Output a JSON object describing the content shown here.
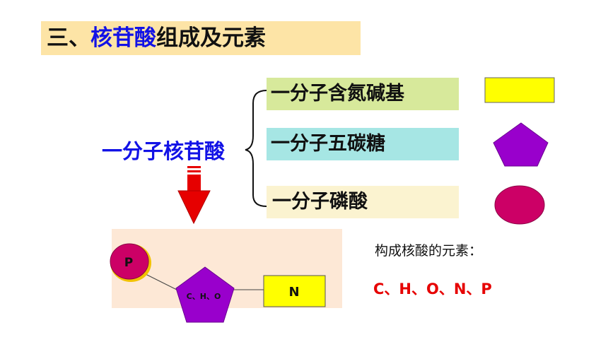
{
  "title": {
    "prefix": "三、",
    "highlight": "核苷酸",
    "suffix": "组成及元素"
  },
  "main_label": "一分子核苷酸",
  "components": [
    {
      "label": "一分子含氮碱基"
    },
    {
      "label": "一分子五碳糖"
    },
    {
      "label": "一分子磷酸"
    }
  ],
  "diagram": {
    "phosphate_label": "P",
    "sugar_label": "C、H、O",
    "base_label": "N"
  },
  "elements": {
    "title": "构成核酸的元素：",
    "list": "C、H、O、N、P"
  },
  "colors": {
    "base_yellow": "#ffff00",
    "sugar_purple": "#9900cc",
    "phosphate_magenta": "#cc0066",
    "arrow_red": "#e60000",
    "title_blue": "#1212e6"
  }
}
